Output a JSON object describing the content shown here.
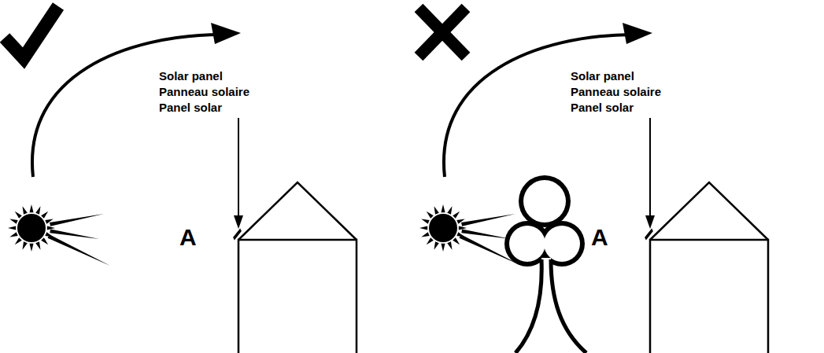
{
  "diagram": {
    "labels": [
      "Solar panel",
      "Panneau solaire",
      "Panel solar",
      "A",
      "Solar panel",
      "Panneau solaire",
      "Panel solar",
      "A"
    ]
  }
}
